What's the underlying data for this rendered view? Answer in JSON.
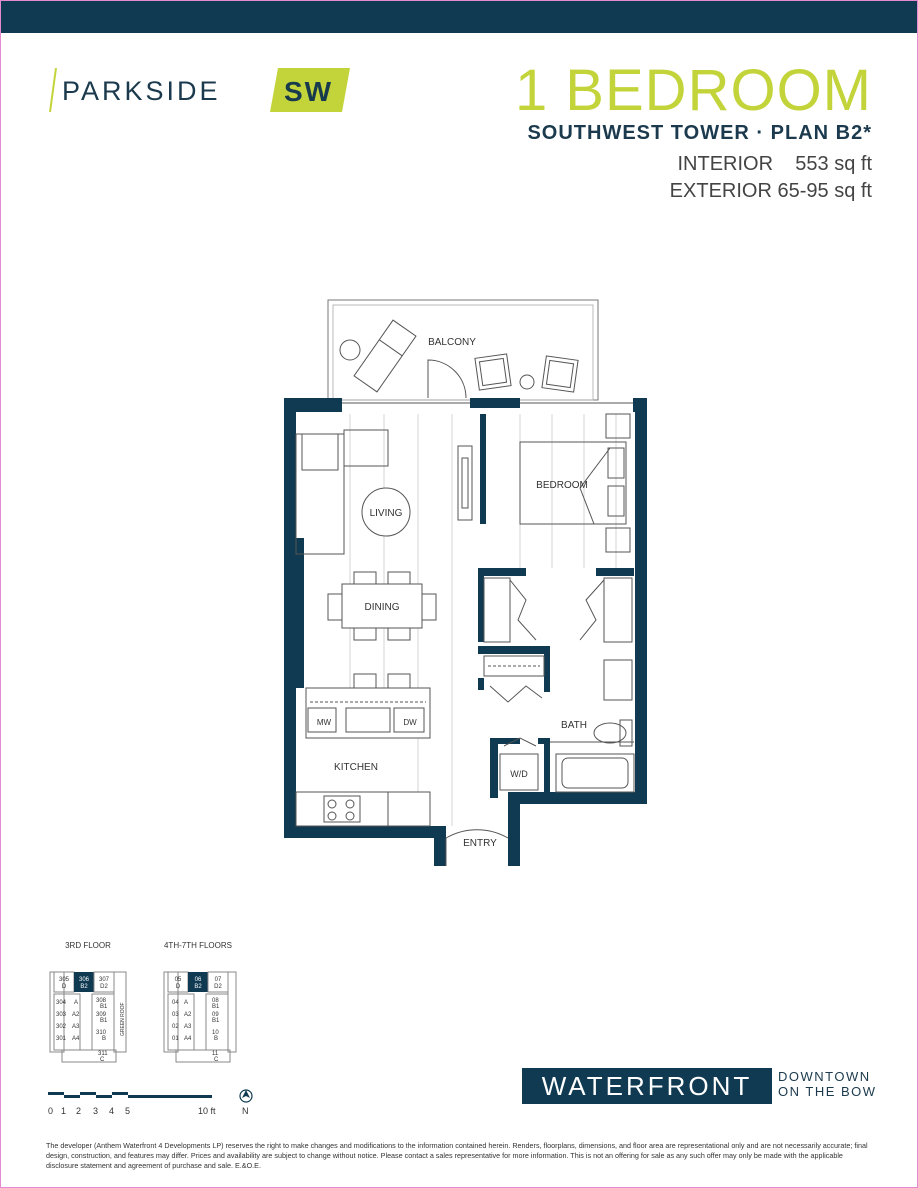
{
  "brand": {
    "name": "PARKSIDE",
    "badge": "SW",
    "accent": "#c3d43a",
    "navy": "#0f3a52"
  },
  "header": {
    "title": "1 BEDROOM",
    "subtitle": "SOUTHWEST TOWER · PLAN B2*",
    "interior_label": "INTERIOR",
    "interior_value": "553 sq ft",
    "exterior_label": "EXTERIOR",
    "exterior_value": "65-95 sq ft"
  },
  "plan": {
    "rooms": {
      "balcony": "BALCONY",
      "living": "LIVING",
      "dining": "DINING",
      "bedroom": "BEDROOM",
      "kitchen": "KITCHEN",
      "bath": "BATH",
      "wd": "W/D",
      "entry": "ENTRY",
      "mw": "MW",
      "dw": "DW"
    }
  },
  "keyplans": {
    "floor3": {
      "title": "3RD FLOOR",
      "units": [
        "305",
        "D",
        "306",
        "B2",
        "307",
        "D2",
        "304",
        "A",
        "308",
        "B1",
        "303",
        "A2",
        "309",
        "B1",
        "302",
        "A3",
        "310",
        "B",
        "301",
        "A4",
        "311",
        "C"
      ],
      "roof": "GREEN ROOF"
    },
    "floor4_7": {
      "title": "4TH-7TH FLOORS",
      "units": [
        "05",
        "D",
        "06",
        "B2",
        "07",
        "D2",
        "04",
        "A",
        "08",
        "B1",
        "03",
        "A2",
        "09",
        "B1",
        "02",
        "A3",
        "10",
        "B",
        "01",
        "A4",
        "11",
        "C"
      ]
    }
  },
  "scale": {
    "ticks": [
      "0",
      "1",
      "2",
      "3",
      "4",
      "5"
    ],
    "end": "10 ft",
    "north": "N"
  },
  "footer_brand": {
    "name": "WATERFRONT",
    "line1": "DOWNTOWN",
    "line2": "ON THE BOW"
  },
  "disclaimer": "The developer (Anthem Waterfront 4 Developments LP) reserves the right to make changes and modifications to the information contained herein. Renders, floorplans, dimensions, and floor area are representational only and are not necessarily accurate; final design, construction, and features may differ. Prices and availability are subject to change without notice. Please contact a sales representative for more information. This is not an offering for sale as any such offer may only be made with the applicable disclosure statement and agreement of purchase and sale. E.&O.E."
}
